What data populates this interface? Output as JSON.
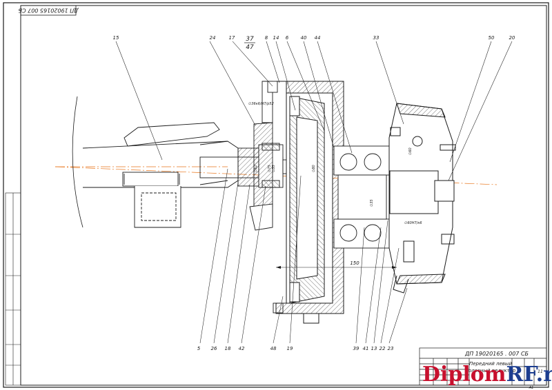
{
  "drawing": {
    "rotated_code": "ДП 19020165 007 СБ",
    "section_mark_top": "37",
    "section_mark_bottom": "47",
    "callouts_top": [
      "15",
      "24",
      "17",
      "8",
      "14",
      "6",
      "40",
      "44",
      "33",
      "50",
      "20"
    ],
    "callouts_bottom": [
      "5",
      "26",
      "18",
      "42",
      "48",
      "19",
      "39",
      "41",
      "13",
      "22",
      "23"
    ],
    "dimensions": {
      "d1": "∅36к6/H7/p52",
      "d2": "∅75",
      "d3": "∅62",
      "d4": "∅35",
      "d5": "∅80",
      "d6": "∅35",
      "d7": "∅60",
      "d8": "∅60H7/к6",
      "length": "150"
    }
  },
  "title_block": {
    "code": "ДП 19020165 . 007 СБ",
    "name_line1": "Передний левый",
    "name_line2": "колесный редуктор",
    "sheet_no": "11",
    "format": "A1"
  },
  "watermark": {
    "part1": "Diplom",
    "part2": "RF.ru"
  },
  "colors": {
    "line": "#1a1a1a",
    "axis": "#e8741a",
    "hatch": "#333333",
    "frame_blue": "#2233aa"
  }
}
